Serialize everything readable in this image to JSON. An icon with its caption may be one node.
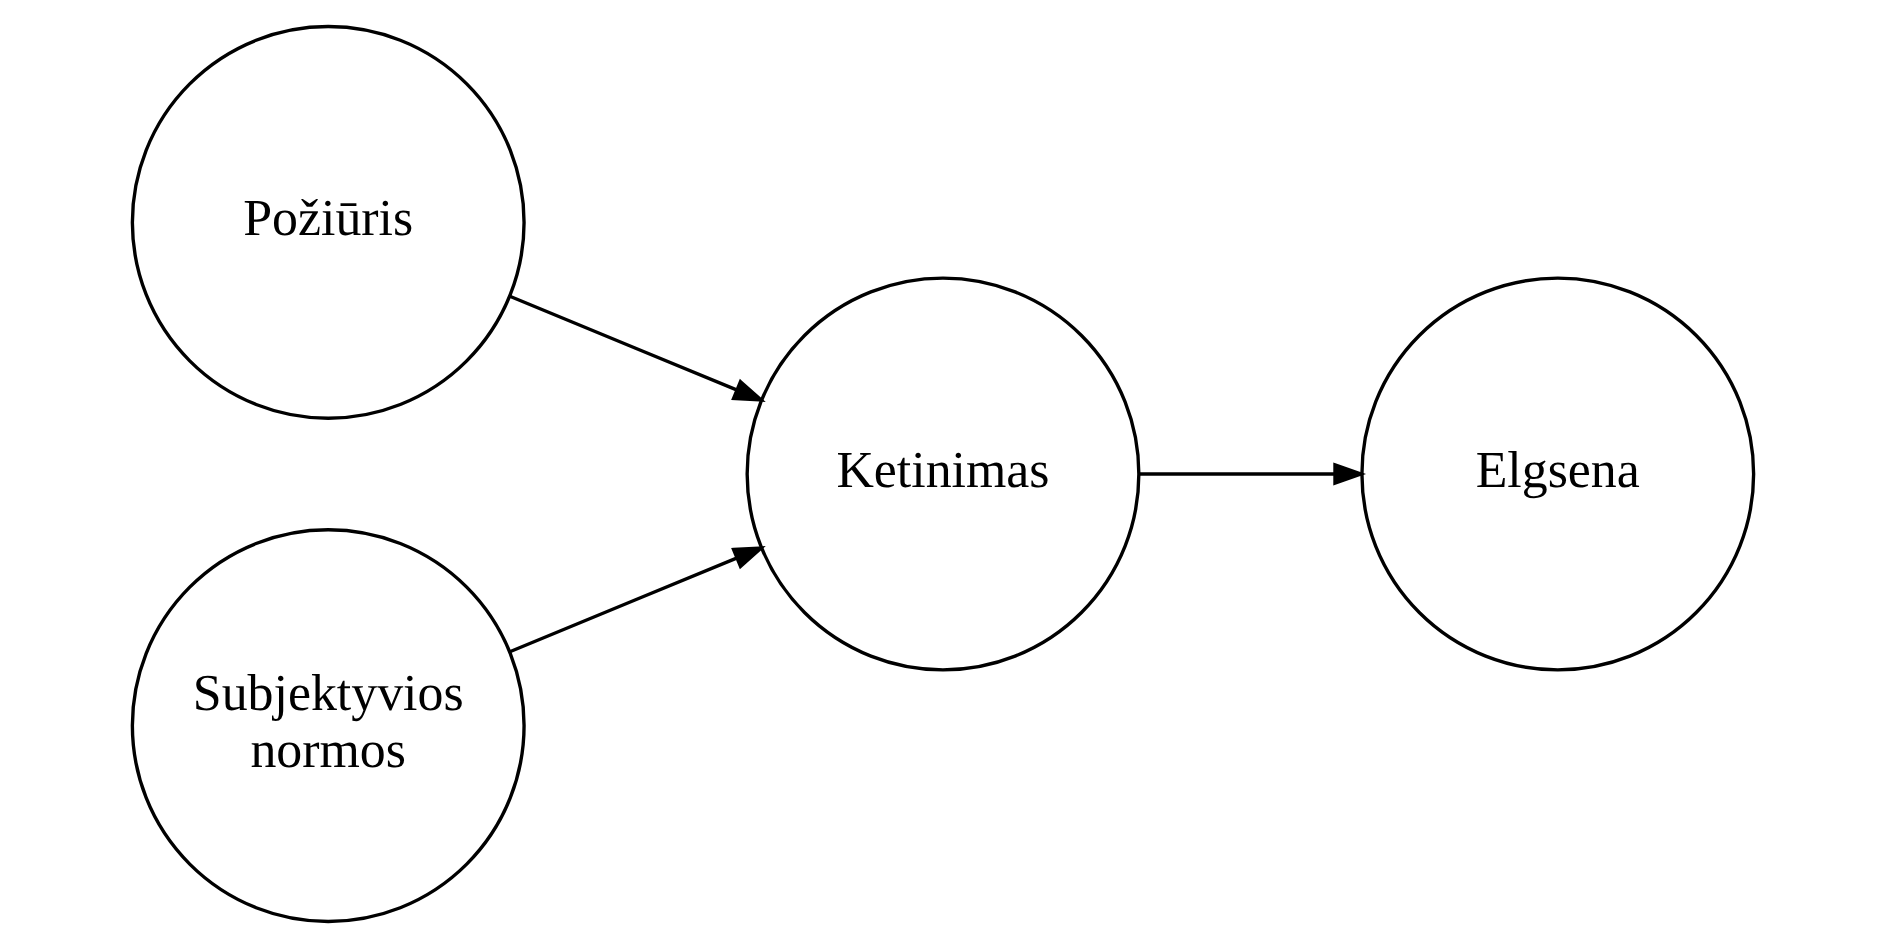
{
  "diagram": {
    "nodes": [
      {
        "text": [
          "Požiūris"
        ]
      },
      {
        "text": [
          "Subjektyvios normos"
        ]
      },
      {
        "text": [
          "Ketinimas"
        ]
      },
      {
        "text": [
          "Elgsena"
        ]
      }
    ],
    "edges": [
      {
        "from": 0,
        "to": 2,
        "arrow": "to"
      },
      {
        "from": 1,
        "to": 2,
        "arrow": "to"
      },
      {
        "from": 2,
        "to": 3,
        "arrow": "to"
      }
    ]
  }
}
